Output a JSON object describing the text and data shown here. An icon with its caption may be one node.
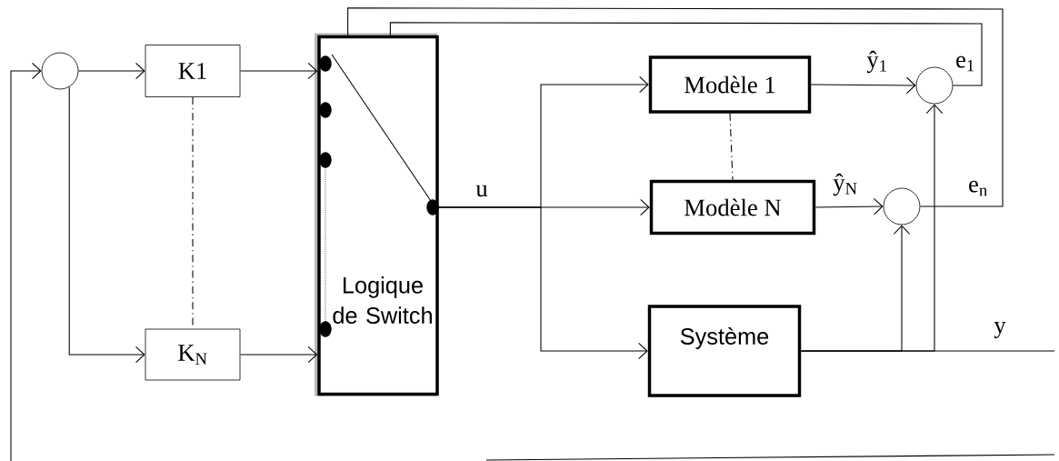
{
  "diagram": {
    "nodes": [
      {
        "text": [],
        "shape": "circle"
      },
      {
        "text": [
          "K1"
        ]
      },
      {
        "text": [
          "K$_{N}$"
        ]
      },
      {
        "text": [
          "Logique de Switch"
        ]
      },
      {
        "text": [
          "Modèle 1"
        ]
      },
      {
        "text": [
          "Modèle N"
        ]
      },
      {
        "text": [],
        "shape": "circle"
      },
      {
        "text": [],
        "shape": "circle"
      },
      {
        "text": [
          "Système"
        ]
      }
    ],
    "edges": [
      {
        "from": null,
        "to": 0,
        "arrow": "to"
      },
      {
        "from": 0,
        "to": 1,
        "arrow": "to"
      },
      {
        "from": 0,
        "to": 2,
        "arrow": "to"
      },
      {
        "from": 1,
        "to": 3,
        "arrow": "to"
      },
      {
        "from": 2,
        "to": 3,
        "arrow": "to"
      },
      {
        "from": 3,
        "to": 4,
        "arrow": "to"
      },
      {
        "from": 3,
        "to": 5,
        "arrow": "to",
        "label": "u"
      },
      {
        "from": 3,
        "to": 8,
        "arrow": "to"
      },
      {
        "from": 4,
        "to": 6,
        "arrow": "to",
        "label": "ŷ$_{1}$"
      },
      {
        "from": 5,
        "to": 7,
        "arrow": "to",
        "label": "ŷ$_{N}$"
      },
      {
        "from": 6,
        "to": 3,
        "arrow": "none",
        "label": "e$_{1}$"
      },
      {
        "from": 7,
        "to": 3,
        "arrow": "none",
        "label": "e$_{n}$"
      },
      {
        "from": 8,
        "to": null,
        "arrow": "none",
        "label": "y"
      },
      {
        "from": 8,
        "to": 7,
        "arrow": "to"
      },
      {
        "from": 8,
        "to": 6,
        "arrow": "to"
      },
      {
        "from": 1,
        "to": 2,
        "arrow": "none",
        "style": "dashed"
      },
      {
        "from": 4,
        "to": 5,
        "arrow": "none",
        "style": "dashed"
      }
    ]
  }
}
